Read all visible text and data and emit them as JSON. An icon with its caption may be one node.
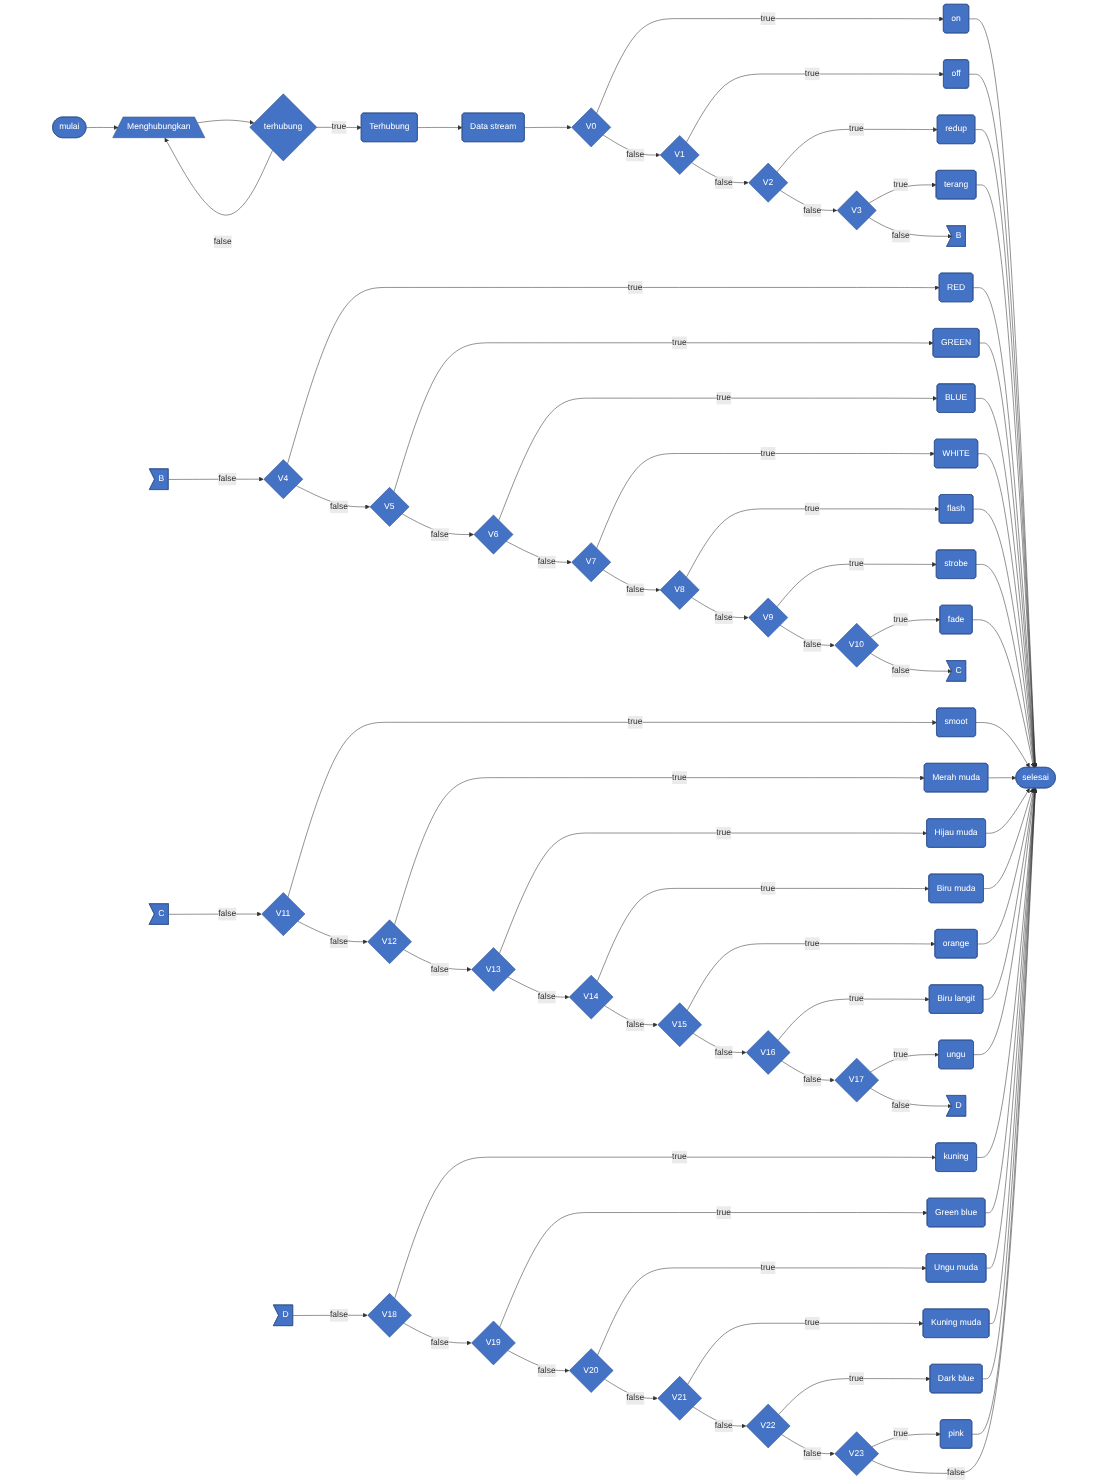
{
  "diagram": {
    "nodes": [
      {
        "text": [
          "mulai"
        ]
      },
      {
        "text": [
          "Menghubungkan"
        ]
      },
      {
        "text": [
          "terhubung"
        ]
      },
      {
        "text": [
          "Terhubung"
        ]
      },
      {
        "text": [
          "Data stream"
        ]
      },
      {
        "text": [
          "V0"
        ]
      },
      {
        "text": [
          "on"
        ]
      },
      {
        "text": [
          "V1"
        ]
      },
      {
        "text": [
          "off"
        ]
      },
      {
        "text": [
          "V2"
        ]
      },
      {
        "text": [
          "redup"
        ]
      },
      {
        "text": [
          "V3"
        ]
      },
      {
        "text": [
          "terang"
        ]
      },
      {
        "text": [
          "B"
        ]
      },
      {
        "text": [
          "B"
        ]
      },
      {
        "text": [
          "V4"
        ]
      },
      {
        "text": [
          "RED"
        ]
      },
      {
        "text": [
          "V5"
        ]
      },
      {
        "text": [
          "GREEN"
        ]
      },
      {
        "text": [
          "V6"
        ]
      },
      {
        "text": [
          "BLUE"
        ]
      },
      {
        "text": [
          "V7"
        ]
      },
      {
        "text": [
          "WHITE"
        ]
      },
      {
        "text": [
          "V8"
        ]
      },
      {
        "text": [
          "flash"
        ]
      },
      {
        "text": [
          "V9"
        ]
      },
      {
        "text": [
          "strobe"
        ]
      },
      {
        "text": [
          "V10"
        ]
      },
      {
        "text": [
          "fade"
        ]
      },
      {
        "text": [
          "C"
        ]
      },
      {
        "text": [
          "C"
        ]
      },
      {
        "text": [
          "V11"
        ]
      },
      {
        "text": [
          "smoot"
        ]
      },
      {
        "text": [
          "V12"
        ]
      },
      {
        "text": [
          "Merah muda"
        ]
      },
      {
        "text": [
          "V13"
        ]
      },
      {
        "text": [
          "Hijau muda"
        ]
      },
      {
        "text": [
          "V14"
        ]
      },
      {
        "text": [
          "Biru muda"
        ]
      },
      {
        "text": [
          "V15"
        ]
      },
      {
        "text": [
          "orange"
        ]
      },
      {
        "text": [
          "V16"
        ]
      },
      {
        "text": [
          "Biru langit"
        ]
      },
      {
        "text": [
          "V17"
        ]
      },
      {
        "text": [
          "ungu"
        ]
      },
      {
        "text": [
          "D"
        ]
      },
      {
        "text": [
          "D"
        ]
      },
      {
        "text": [
          "V18"
        ]
      },
      {
        "text": [
          "kuning"
        ]
      },
      {
        "text": [
          "V19"
        ]
      },
      {
        "text": [
          "Green blue"
        ]
      },
      {
        "text": [
          "V20"
        ]
      },
      {
        "text": [
          "Ungu muda"
        ]
      },
      {
        "text": [
          "V21"
        ]
      },
      {
        "text": [
          "Kuning muda"
        ]
      },
      {
        "text": [
          "V22"
        ]
      },
      {
        "text": [
          "Dark blue"
        ]
      },
      {
        "text": [
          "V23"
        ]
      },
      {
        "text": [
          "pink"
        ]
      },
      {
        "text": [
          "selesai"
        ]
      }
    ],
    "edges": [
      {
        "from": 0,
        "to": 1,
        "arrow": "to"
      },
      {
        "from": 1,
        "to": 2,
        "arrow": "to"
      },
      {
        "from": 2,
        "to": 1,
        "arrow": "to",
        "label": "false"
      },
      {
        "from": 2,
        "to": 3,
        "arrow": "to",
        "label": "true"
      },
      {
        "from": 3,
        "to": 4,
        "arrow": "to"
      },
      {
        "from": 4,
        "to": 5,
        "arrow": "to"
      },
      {
        "from": 5,
        "to": 6,
        "arrow": "to",
        "label": "true"
      },
      {
        "from": 5,
        "to": 7,
        "arrow": "to",
        "label": "false"
      },
      {
        "from": 7,
        "to": 8,
        "arrow": "to",
        "label": "true"
      },
      {
        "from": 7,
        "to": 9,
        "arrow": "to",
        "label": "false"
      },
      {
        "from": 9,
        "to": 10,
        "arrow": "to",
        "label": "true"
      },
      {
        "from": 9,
        "to": 11,
        "arrow": "to",
        "label": "false"
      },
      {
        "from": 11,
        "to": 12,
        "arrow": "to",
        "label": "true"
      },
      {
        "from": 11,
        "to": 13,
        "arrow": "to",
        "label": "false"
      },
      {
        "from": 14,
        "to": 15,
        "arrow": "to",
        "label": "false"
      },
      {
        "from": 15,
        "to": 16,
        "arrow": "to",
        "label": "true"
      },
      {
        "from": 15,
        "to": 17,
        "arrow": "to",
        "label": "false"
      },
      {
        "from": 17,
        "to": 18,
        "arrow": "to",
        "label": "true"
      },
      {
        "from": 17,
        "to": 19,
        "arrow": "to",
        "label": "false"
      },
      {
        "from": 19,
        "to": 20,
        "arrow": "to",
        "label": "true"
      },
      {
        "from": 19,
        "to": 21,
        "arrow": "to",
        "label": "false"
      },
      {
        "from": 21,
        "to": 22,
        "arrow": "to",
        "label": "true"
      },
      {
        "from": 21,
        "to": 23,
        "arrow": "to",
        "label": "false"
      },
      {
        "from": 23,
        "to": 24,
        "arrow": "to",
        "label": "true"
      },
      {
        "from": 23,
        "to": 25,
        "arrow": "to",
        "label": "false"
      },
      {
        "from": 25,
        "to": 26,
        "arrow": "to",
        "label": "true"
      },
      {
        "from": 25,
        "to": 27,
        "arrow": "to",
        "label": "false"
      },
      {
        "from": 27,
        "to": 28,
        "arrow": "to",
        "label": "true"
      },
      {
        "from": 27,
        "to": 29,
        "arrow": "to",
        "label": "false"
      },
      {
        "from": 30,
        "to": 31,
        "arrow": "to",
        "label": "false"
      },
      {
        "from": 31,
        "to": 32,
        "arrow": "to",
        "label": "true"
      },
      {
        "from": 31,
        "to": 33,
        "arrow": "to",
        "label": "false"
      },
      {
        "from": 33,
        "to": 34,
        "arrow": "to",
        "label": "true"
      },
      {
        "from": 33,
        "to": 35,
        "arrow": "to",
        "label": "false"
      },
      {
        "from": 35,
        "to": 36,
        "arrow": "to",
        "label": "true"
      },
      {
        "from": 35,
        "to": 37,
        "arrow": "to",
        "label": "false"
      },
      {
        "from": 37,
        "to": 38,
        "arrow": "to",
        "label": "true"
      },
      {
        "from": 37,
        "to": 39,
        "arrow": "to",
        "label": "false"
      },
      {
        "from": 39,
        "to": 40,
        "arrow": "to",
        "label": "true"
      },
      {
        "from": 39,
        "to": 41,
        "arrow": "to",
        "label": "false"
      },
      {
        "from": 41,
        "to": 42,
        "arrow": "to",
        "label": "true"
      },
      {
        "from": 41,
        "to": 43,
        "arrow": "to",
        "label": "false"
      },
      {
        "from": 43,
        "to": 44,
        "arrow": "to",
        "label": "true"
      },
      {
        "from": 43,
        "to": 45,
        "arrow": "to",
        "label": "false"
      },
      {
        "from": 46,
        "to": 47,
        "arrow": "to",
        "label": "false"
      },
      {
        "from": 47,
        "to": 48,
        "arrow": "to",
        "label": "true"
      },
      {
        "from": 47,
        "to": 49,
        "arrow": "to",
        "label": "false"
      },
      {
        "from": 49,
        "to": 50,
        "arrow": "to",
        "label": "true"
      },
      {
        "from": 49,
        "to": 51,
        "arrow": "to",
        "label": "false"
      },
      {
        "from": 51,
        "to": 52,
        "arrow": "to",
        "label": "true"
      },
      {
        "from": 51,
        "to": 53,
        "arrow": "to",
        "label": "false"
      },
      {
        "from": 53,
        "to": 54,
        "arrow": "to",
        "label": "true"
      },
      {
        "from": 53,
        "to": 55,
        "arrow": "to",
        "label": "false"
      },
      {
        "from": 55,
        "to": 56,
        "arrow": "to",
        "label": "true"
      },
      {
        "from": 55,
        "to": 57,
        "arrow": "to",
        "label": "false"
      },
      {
        "from": 57,
        "to": 58,
        "arrow": "to",
        "label": "true"
      },
      {
        "from": 57,
        "to": 59,
        "arrow": "to",
        "label": "false"
      },
      {
        "from": 6,
        "to": 59,
        "arrow": "to"
      },
      {
        "from": 8,
        "to": 59,
        "arrow": "to"
      },
      {
        "from": 10,
        "to": 59,
        "arrow": "to"
      },
      {
        "from": 12,
        "to": 59,
        "arrow": "to"
      },
      {
        "from": 16,
        "to": 59,
        "arrow": "to"
      },
      {
        "from": 18,
        "to": 59,
        "arrow": "to"
      },
      {
        "from": 20,
        "to": 59,
        "arrow": "to"
      },
      {
        "from": 22,
        "to": 59,
        "arrow": "to"
      },
      {
        "from": 24,
        "to": 59,
        "arrow": "to"
      },
      {
        "from": 26,
        "to": 59,
        "arrow": "to"
      },
      {
        "from": 28,
        "to": 59,
        "arrow": "to"
      },
      {
        "from": 32,
        "to": 59,
        "arrow": "to"
      },
      {
        "from": 34,
        "to": 59,
        "arrow": "to"
      },
      {
        "from": 36,
        "to": 59,
        "arrow": "to"
      },
      {
        "from": 38,
        "to": 59,
        "arrow": "to"
      },
      {
        "from": 40,
        "to": 59,
        "arrow": "to"
      },
      {
        "from": 42,
        "to": 59,
        "arrow": "to"
      },
      {
        "from": 44,
        "to": 59,
        "arrow": "to"
      },
      {
        "from": 48,
        "to": 59,
        "arrow": "to"
      },
      {
        "from": 50,
        "to": 59,
        "arrow": "to"
      },
      {
        "from": 52,
        "to": 59,
        "arrow": "to"
      },
      {
        "from": 54,
        "to": 59,
        "arrow": "to"
      },
      {
        "from": 56,
        "to": 59,
        "arrow": "to"
      },
      {
        "from": 58,
        "to": 59,
        "arrow": "to"
      }
    ]
  }
}
